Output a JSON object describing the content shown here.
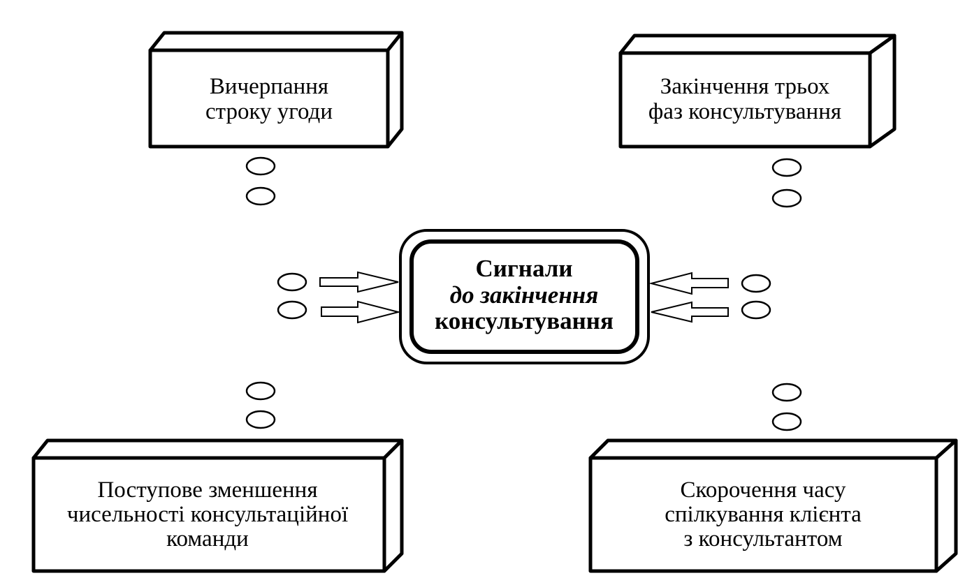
{
  "diagram": {
    "center": {
      "line1": "Сигнали",
      "line2": "до закінчення",
      "line3": "консультування"
    },
    "boxes": {
      "top_left": {
        "line1": "Вичерпання",
        "line2": "строку угоди"
      },
      "top_right": {
        "line1": "Закінчення трьох",
        "line2": "фаз консультування"
      },
      "bottom_left": {
        "line1": "Поступове зменшення",
        "line2": "чисельності консультаційної",
        "line3": "команди"
      },
      "bottom_right": {
        "line1": "Скорочення часу",
        "line2": "спілкування клієнта",
        "line3": "з консультантом"
      }
    },
    "colors": {
      "stroke": "#000000",
      "fill": "#ffffff"
    }
  }
}
